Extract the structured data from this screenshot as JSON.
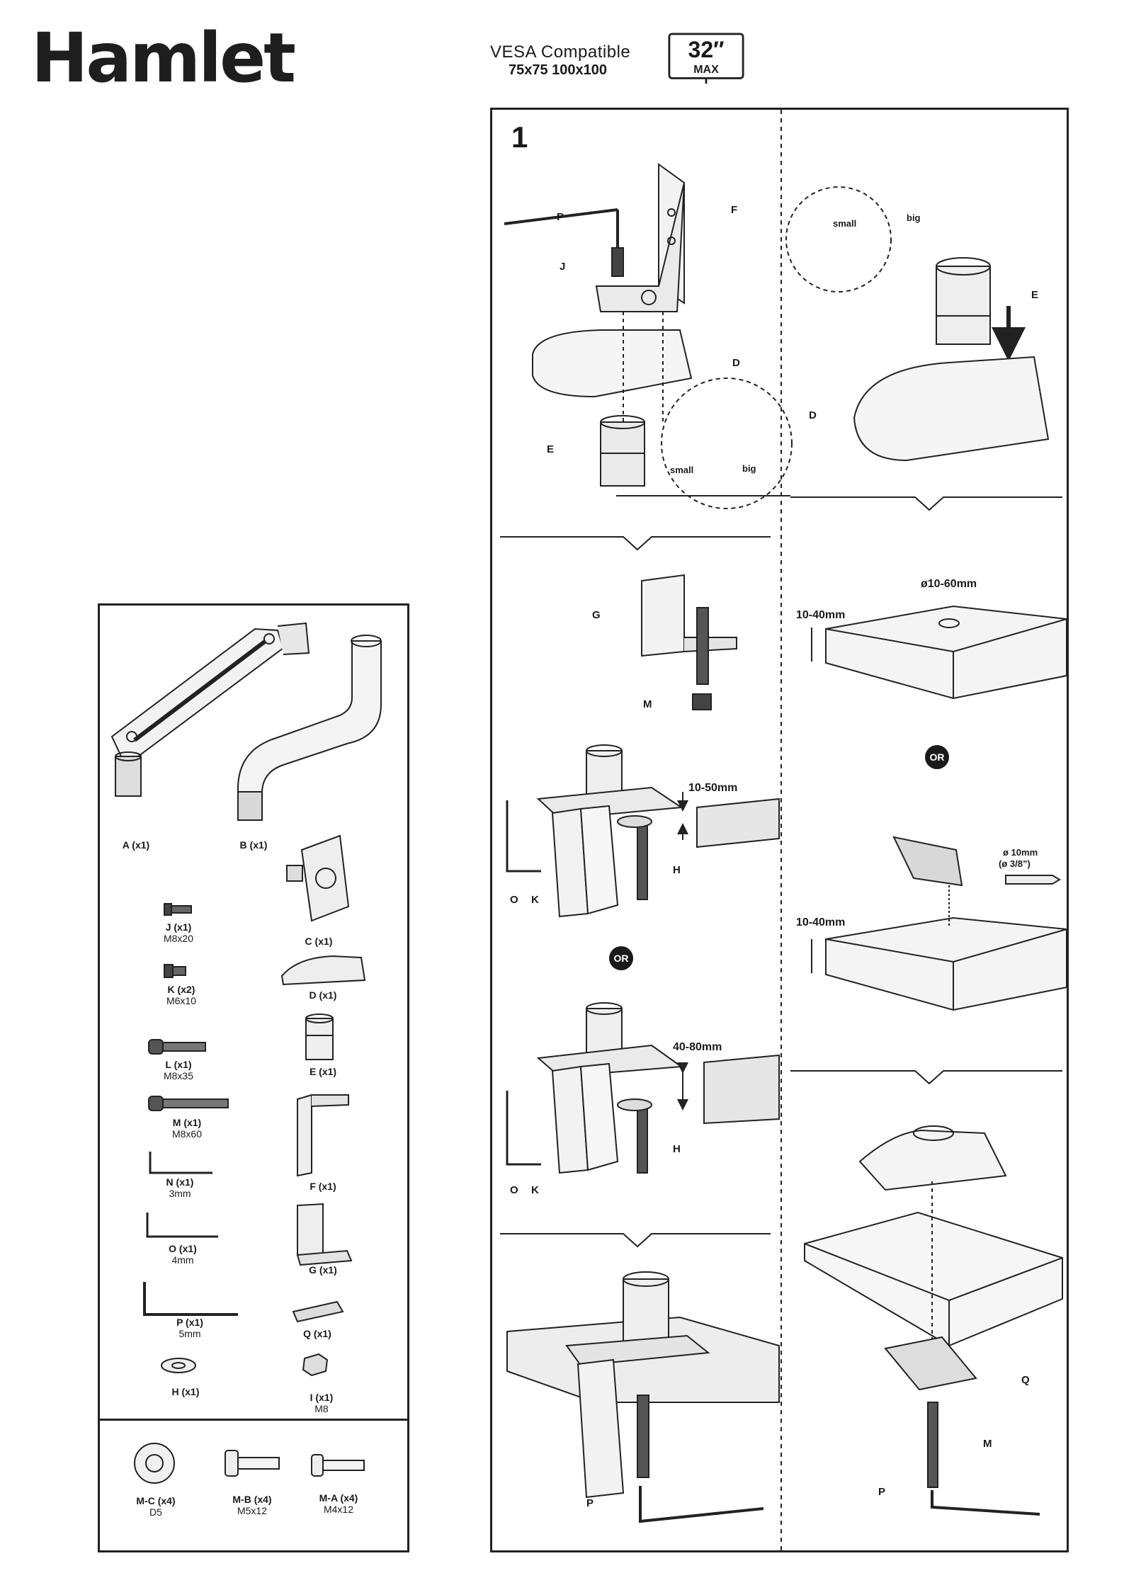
{
  "header": {
    "brand": "Hamlet",
    "vesa_title": "VESA Compatible",
    "vesa_sizes": "75x75 100x100",
    "monitor_size": "32″",
    "monitor_max": "MAX"
  },
  "parts": {
    "A": {
      "name": "A (x1)"
    },
    "B": {
      "name": "B (x1)"
    },
    "C": {
      "name": "C (x1)"
    },
    "D": {
      "name": "D (x1)"
    },
    "E": {
      "name": "E (x1)"
    },
    "F": {
      "name": "F (x1)"
    },
    "G": {
      "name": "G (x1)"
    },
    "Q": {
      "name": "Q (x1)"
    },
    "I": {
      "name": "I (x1)",
      "spec": "M8"
    },
    "J": {
      "name": "J (x1)",
      "spec": "M8x20"
    },
    "K": {
      "name": "K (x2)",
      "spec": "M6x10"
    },
    "L": {
      "name": "L (x1)",
      "spec": "M8x35"
    },
    "M": {
      "name": "M (x1)",
      "spec": "M8x60"
    },
    "N": {
      "name": "N (x1)",
      "spec": "3mm"
    },
    "O": {
      "name": "O (x1)",
      "spec": "4mm"
    },
    "P": {
      "name": "P (x1)",
      "spec": "5mm"
    },
    "H": {
      "name": "H (x1)"
    },
    "MC": {
      "name": "M-C (x4)",
      "spec": "D5"
    },
    "MB": {
      "name": "M-B (x4)",
      "spec": "M5x12"
    },
    "MA": {
      "name": "M-A (x4)",
      "spec": "M4x12"
    }
  },
  "step": {
    "number": "1",
    "labels": {
      "P": "P",
      "J": "J",
      "F": "F",
      "D": "D",
      "E": "E",
      "G": "G",
      "M": "M",
      "H": "H",
      "O": "O",
      "K": "K",
      "Q": "Q"
    },
    "small": "small",
    "big": "big",
    "or": "OR",
    "dims": {
      "clamp_a": "10-50mm",
      "clamp_b": "40-80mm",
      "hole_dia": "ø10-60mm",
      "desk_a": "10-40mm",
      "desk_b": "10-40mm",
      "drill": "ø 10mm",
      "drill_in": "(ø 3/8”)"
    }
  }
}
